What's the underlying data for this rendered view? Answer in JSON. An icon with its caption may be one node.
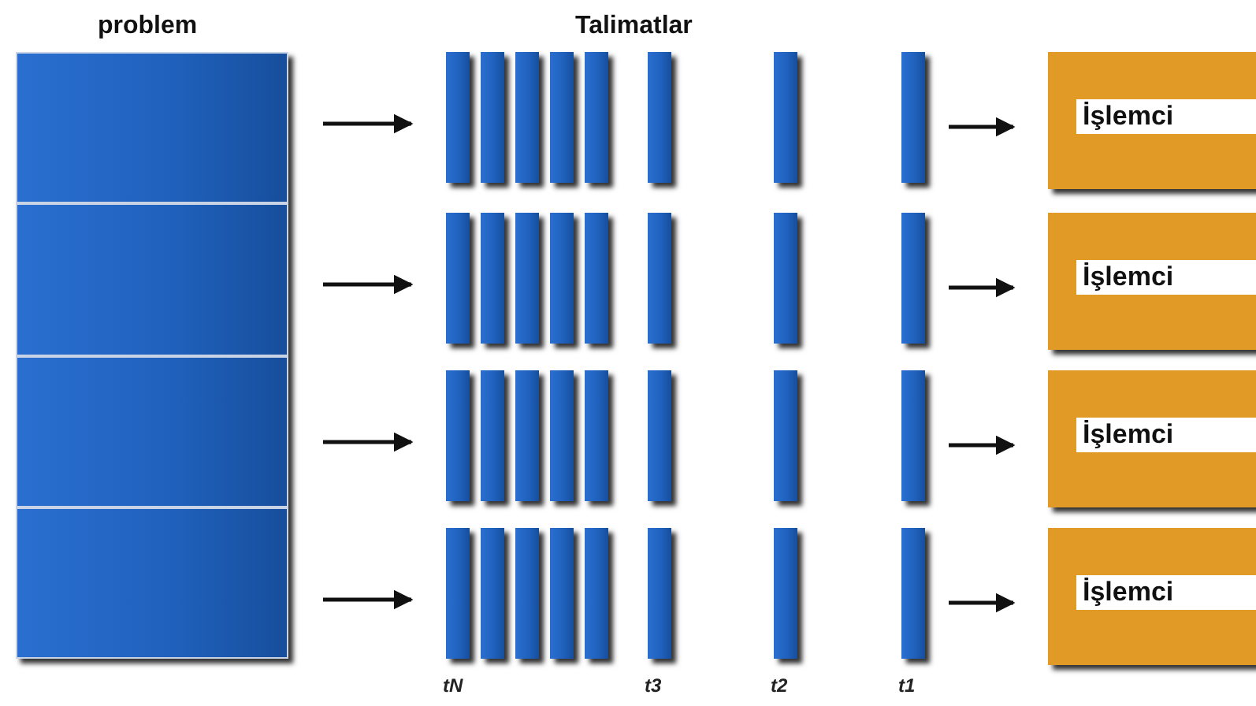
{
  "diagram": {
    "nodes": [
      {
        "text": [
          "problem"
        ]
      },
      {
        "text": [],
        "shape": "box",
        "in": 0
      },
      {
        "text": [],
        "shape": "box",
        "in": 0
      },
      {
        "text": [],
        "shape": "box",
        "in": 0
      },
      {
        "text": [],
        "shape": "box",
        "in": 0
      },
      {
        "text": [],
        "shape": "bar"
      },
      {
        "text": [],
        "shape": "bar"
      },
      {
        "text": [],
        "shape": "bar"
      },
      {
        "text": [],
        "shape": "bar"
      },
      {
        "text": [],
        "shape": "bar"
      },
      {
        "text": [],
        "shape": "bar"
      },
      {
        "text": [],
        "shape": "bar"
      },
      {
        "text": [],
        "shape": "bar"
      },
      {
        "text": [
          "İşlemci"
        ]
      },
      {
        "text": [],
        "shape": "bar"
      },
      {
        "text": [],
        "shape": "bar"
      },
      {
        "text": [],
        "shape": "bar"
      },
      {
        "text": [],
        "shape": "bar"
      },
      {
        "text": [],
        "shape": "bar"
      },
      {
        "text": [],
        "shape": "bar"
      },
      {
        "text": [],
        "shape": "bar"
      },
      {
        "text": [],
        "shape": "bar"
      },
      {
        "text": [
          "İşlemci"
        ]
      },
      {
        "text": [],
        "shape": "bar"
      },
      {
        "text": [],
        "shape": "bar"
      },
      {
        "text": [],
        "shape": "bar"
      },
      {
        "text": [],
        "shape": "bar"
      },
      {
        "text": [],
        "shape": "bar"
      },
      {
        "text": [],
        "shape": "bar"
      },
      {
        "text": [],
        "shape": "bar"
      },
      {
        "text": [],
        "shape": "bar"
      },
      {
        "text": [
          "İşlemci"
        ]
      },
      {
        "text": [],
        "shape": "bar"
      },
      {
        "text": [],
        "shape": "bar"
      },
      {
        "text": [],
        "shape": "bar"
      },
      {
        "text": [],
        "shape": "bar"
      },
      {
        "text": [],
        "shape": "bar"
      },
      {
        "text": [],
        "shape": "bar"
      },
      {
        "text": [],
        "shape": "bar"
      },
      {
        "text": [],
        "shape": "bar"
      },
      {
        "text": [
          "İşlemci"
        ]
      }
    ],
    "edges": [
      {
        "from": 1,
        "to": 5,
        "arrow": "to"
      },
      {
        "from": 12,
        "to": 13,
        "arrow": "to"
      },
      {
        "from": 2,
        "to": 14,
        "arrow": "to"
      },
      {
        "from": 21,
        "to": 22,
        "arrow": "to"
      },
      {
        "from": 3,
        "to": 23,
        "arrow": "to"
      },
      {
        "from": 30,
        "to": 31,
        "arrow": "to"
      },
      {
        "from": 4,
        "to": 32,
        "arrow": "to"
      },
      {
        "from": 39,
        "to": 40,
        "arrow": "to"
      }
    ],
    "labels": [
      "Talimatlar",
      "tN",
      "t3",
      "t2",
      "t1"
    ]
  }
}
